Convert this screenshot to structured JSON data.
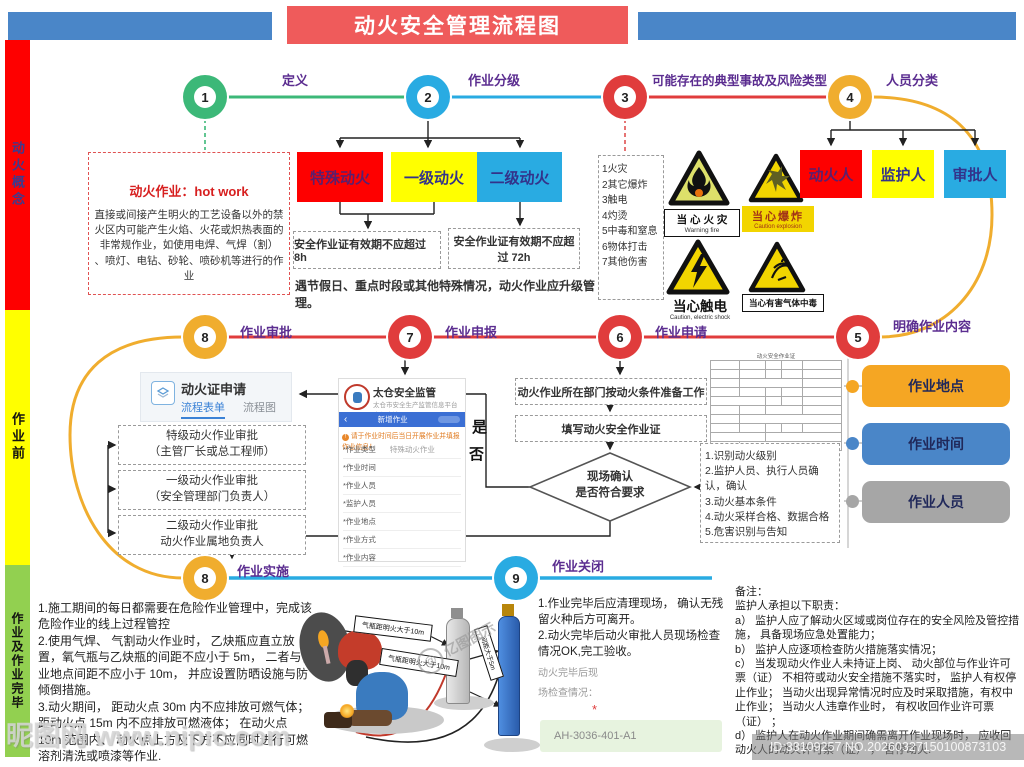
{
  "title": "动火安全管理流程图",
  "left_rail": {
    "phase1": "动火概念",
    "phase2": "作业前",
    "phase3": "作业及作业完毕"
  },
  "timeline_top": {
    "step1": {
      "num": "1",
      "label": "定义"
    },
    "step2": {
      "num": "2",
      "label": "作业分级"
    },
    "step3": {
      "num": "3",
      "label": "可能存在的典型事故及风险类型"
    },
    "step4": {
      "num": "4",
      "label": "人员分类"
    }
  },
  "definition": {
    "title": "动火作业：hot work",
    "body": "直接或间接产生明火的工艺设备以外的禁火区内可能产生火焰、火花或炽热表面的非常规作业，如使用电焊、气焊（割）\n、喷灯、电钻、砂轮、喷砂机等进行的作业"
  },
  "levels": {
    "special": "特殊动火",
    "level1": "一级动火",
    "level2": "二级动火",
    "valid8": "安全作业证有效期不应超过 8h",
    "valid72": "安全作业证有效期不应超过 72h",
    "upgrade_note": "遇节假日、重点时段或其他特殊情况，动火作业应升级管理。"
  },
  "hazards": {
    "list": "1火灾\n2其它爆炸\n3触电\n4灼烫\n5中毒和窒息\n6物体打击\n7其他伤害",
    "sign_fire_zh": "当 心 火 灾",
    "sign_fire_en": "Warning fire",
    "sign_explosion_zh": "当心爆炸",
    "sign_explosion_en": "Caution explosion",
    "sign_shock_zh": "当心触电",
    "sign_shock_en": "Caution, electric shock",
    "sign_gas_zh": "当心有害气体中毒"
  },
  "personnel": {
    "operator": "动火人",
    "guardian": "监护人",
    "approver": "审批人"
  },
  "timeline_mid": {
    "step8": {
      "num": "8",
      "label": "作业审批"
    },
    "step7": {
      "num": "7",
      "label": "作业申报"
    },
    "step6": {
      "num": "6",
      "label": "作业申请"
    },
    "step5": {
      "num": "5",
      "label": "明确作业内容"
    }
  },
  "sample_form": {
    "title": "动火安全作业证"
  },
  "work_content": {
    "location": "作业地点",
    "time": "作业时间",
    "people": "作业人员",
    "checklist": "1.识别动火级别\n2.监护人员、执行人员确认，确认\n3.动火基本条件\n4.动火采样合格、数据合格\n5.危害识别与告知"
  },
  "apply_panel": {
    "title": "动火证申请",
    "tab_active": "流程表单",
    "tab_inactive": "流程图"
  },
  "approvals": {
    "special": "特级动火作业审批\n（主管厂长或总工程师）",
    "level1": "一级动火作业审批\n（安全管理部门负责人）",
    "level2": "二级动火作业审批\n动火作业属地负责人"
  },
  "app": {
    "back": "‹",
    "name": "太仓安全监管",
    "subtitle": "太仓市安全生产监管信息平台小程序端",
    "header": "新增作业",
    "warning": "请于作业时间后当日开展作业并填报作业信息！",
    "fields": [
      {
        "label": "*作业类型",
        "value": "特殊动火作业"
      },
      {
        "label": "*作业时间",
        "value": ""
      },
      {
        "label": "*作业人员",
        "value": ""
      },
      {
        "label": "*监护人员",
        "value": ""
      },
      {
        "label": "*作业地点",
        "value": ""
      },
      {
        "label": "*作业方式",
        "value": ""
      },
      {
        "label": "*作业内容",
        "value": ""
      }
    ]
  },
  "decision": {
    "prepare": "动火作业所在部门按动火条件准备工作",
    "fill": "填写动火安全作业证",
    "confirm": "现场确认\n是否符合要求",
    "yes": "是",
    "no": "否"
  },
  "timeline_bottom": {
    "step8b": {
      "num": "8",
      "label": "作业实施"
    },
    "step9": {
      "num": "9",
      "label": "作业关闭"
    }
  },
  "implementation_notes": "1.施工期间的每日都需要在危险作业管理中，完成该危险作业的线上过程管控\n2.使用气焊、 气割动火作业时， 乙炔瓶应直立放置，氧气瓶与乙炔瓶的间距不应小于 5m， 二者与作业地点间距不应小于 10m， 并应设置防晒设施与防倾倒措施。\n3.动火期间， 距动火点 30m 内不应排放可燃气体；距动火点 15m 内不应排放可燃液体； 在动火点\n10m 范围内、 动火点上方及下方不应同时进行可燃溶剂清洗或喷漆等作业.",
  "illustration": {
    "label_cyl1": "气瓶距明火大于10m",
    "label_cyl2": "气瓶距明火大于10m",
    "label_gap": "间距大于5m",
    "watermark": "亿图图示",
    "at": "@"
  },
  "closure": {
    "notes": "1.作业完毕后应清理现场， 确认无残留火种后方可离开。\n2.动火完毕后动火审批人员现场检查情况OK,完工验收。",
    "field_label1": "动火完毕后现",
    "field_label2": "场检查情况：",
    "required_mark": "*",
    "field_value": "AH-3036-401-A1"
  },
  "remarks": "备注：\n监护人承担以下职责：\na） 监护人应了解动火区域或岗位存在的安全风险及管控措施， 具备现场应急处置能力；\nb） 监护人应逐项检查防火措施落实情况；\nc） 当发现动火作业人未持证上岗、 动火部位与作业许可票（证） 不相符或动火安全措施不落实时， 监护人有权停止作业； 当动火出现异常情况时应及时采取措施，有权中止作业； 当动火人违章作业时， 有权收回作业许可票（证） ；\nd） 监护人在动火作业期间确需离开作业现场时， 应收回动火人的动火许可票（证） ， 暂停动火.",
  "watermarks": {
    "nipic": "昵图网 www.nipic.com",
    "id": "ID:33109257 NO.20260327150100873103"
  },
  "colors": {
    "banner_red": "#ef5b5b",
    "bar_blue": "#4a86c8",
    "rail_red": "#fe0000",
    "rail_yellow": "#ffff00",
    "rail_green": "#92d050",
    "circle_green": "#3cb878",
    "circle_blue": "#29abe2",
    "circle_red": "#e03c3c",
    "circle_orange": "#f0ad2e",
    "label_purple": "#5b2d90"
  }
}
